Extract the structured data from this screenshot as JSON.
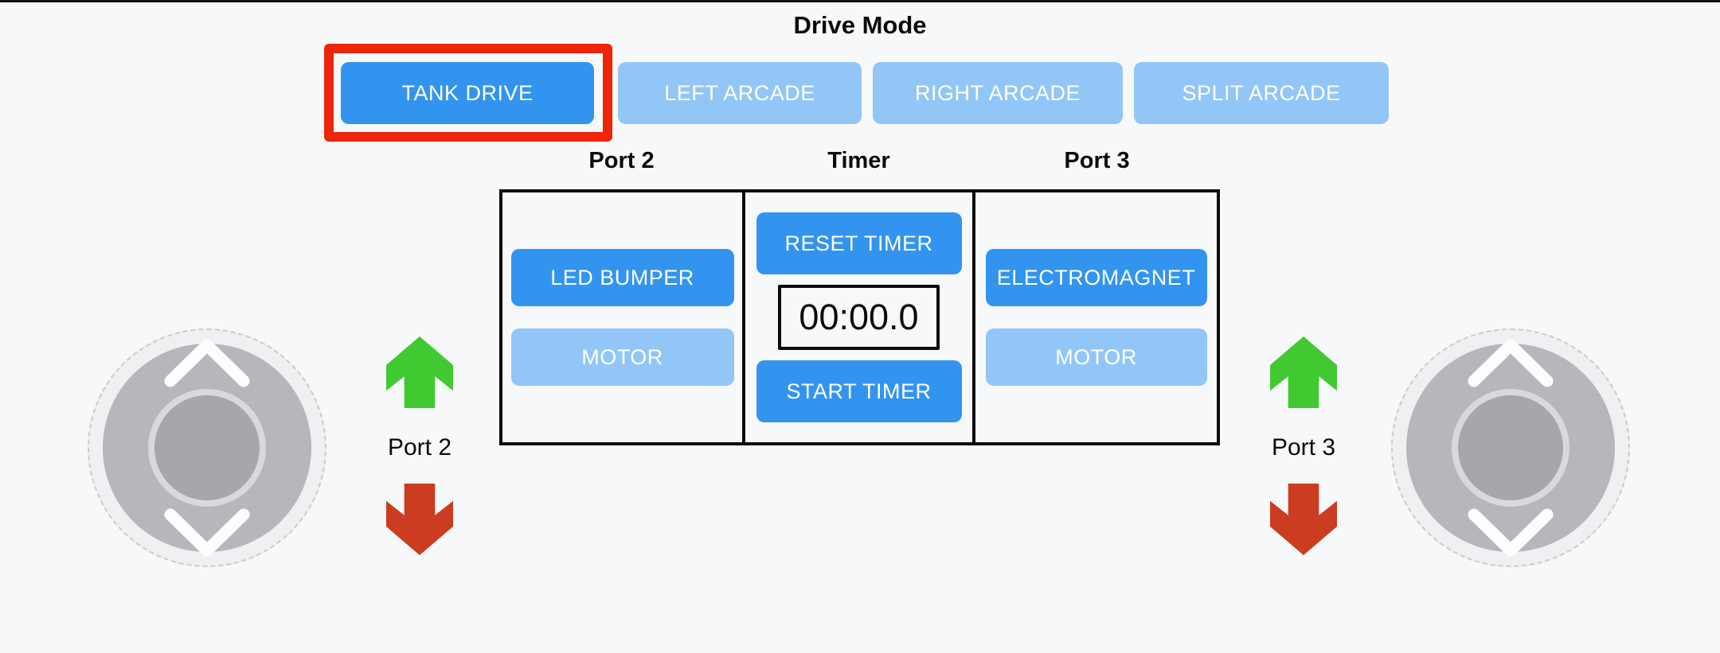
{
  "drive_mode": {
    "title": "Drive Mode",
    "buttons": [
      {
        "label": "TANK DRIVE",
        "active": true,
        "highlighted": true
      },
      {
        "label": "LEFT ARCADE",
        "active": false
      },
      {
        "label": "RIGHT ARCADE",
        "active": false
      },
      {
        "label": "SPLIT ARCADE",
        "active": false
      }
    ]
  },
  "panel": {
    "port2": {
      "header": "Port 2",
      "buttons": [
        {
          "label": "LED BUMPER",
          "active": true
        },
        {
          "label": "MOTOR",
          "active": false
        }
      ]
    },
    "timer": {
      "header": "Timer",
      "reset_label": "RESET TIMER",
      "display_value": "00:00.0",
      "start_label": "START TIMER"
    },
    "port3": {
      "header": "Port 3",
      "buttons": [
        {
          "label": "ELECTROMAGNET",
          "active": true
        },
        {
          "label": "MOTOR",
          "active": false
        }
      ]
    }
  },
  "left_control": {
    "label": "Port 2",
    "up_arrow": "green-up-arrow",
    "down_arrow": "red-down-arrow"
  },
  "right_control": {
    "label": "Port 3",
    "up_arrow": "green-up-arrow",
    "down_arrow": "red-down-arrow"
  },
  "colors": {
    "bg": "#f7f8fa",
    "blue": "#3394f0",
    "lightblue": "#92c6f7",
    "red-box": "#ee2506",
    "green": "#41c931",
    "arrow-red": "#cc3c20",
    "black": "#0b0b0b"
  }
}
